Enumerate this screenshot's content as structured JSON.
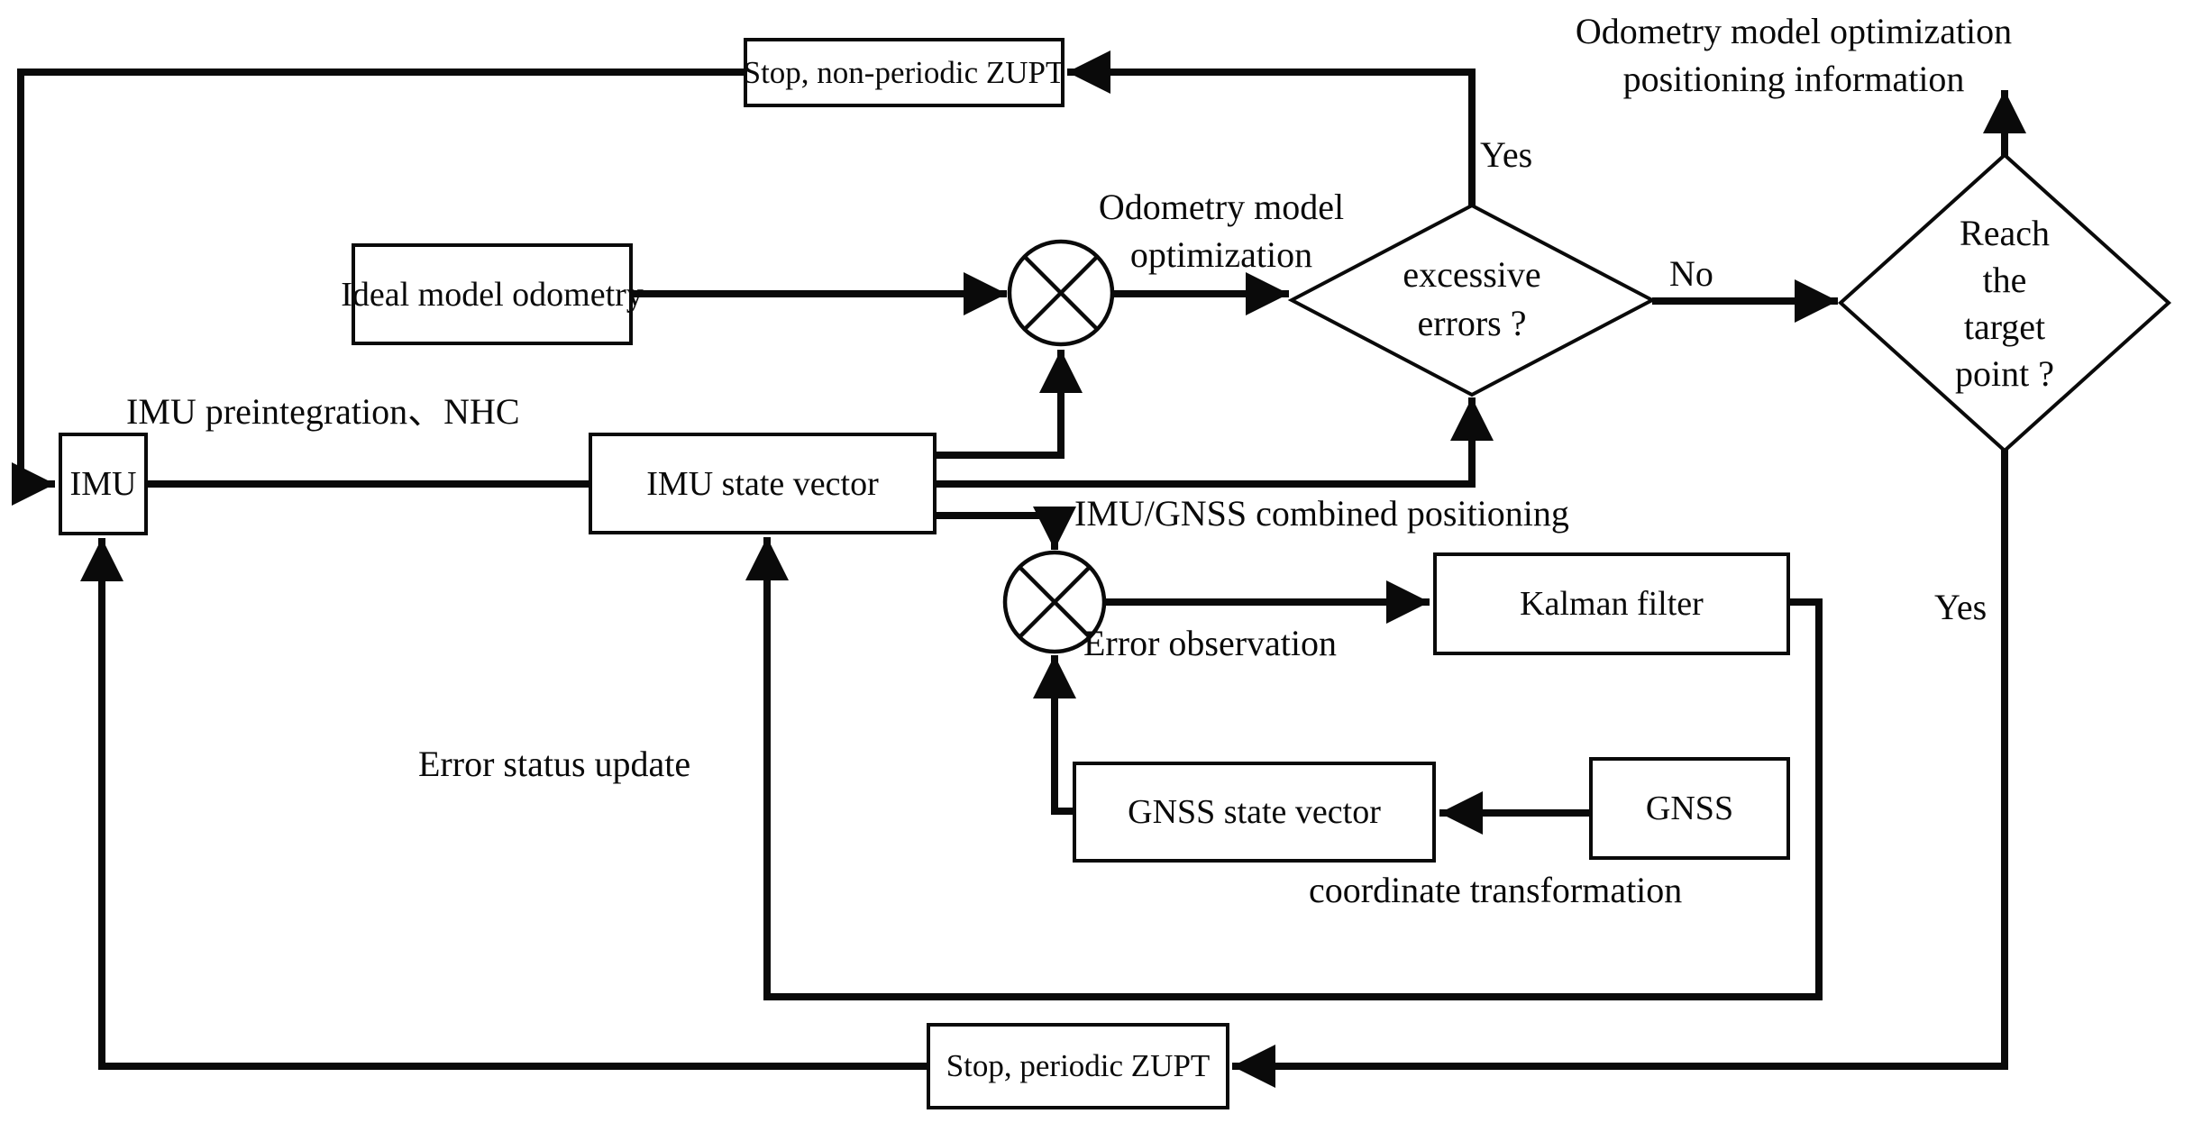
{
  "colors": {
    "ink": "#0a0a0a",
    "bg": "#ffffff"
  },
  "nodes": {
    "stop_nonperiodic": {
      "label": "Stop, non-periodic ZUPT"
    },
    "ideal_model": {
      "label": "Ideal model odometry"
    },
    "imu": {
      "label": "IMU"
    },
    "imu_state": {
      "label": "IMU state vector"
    },
    "kalman": {
      "label": "Kalman filter"
    },
    "gnss_state": {
      "label": "GNSS state vector"
    },
    "gnss": {
      "label": "GNSS"
    },
    "stop_periodic": {
      "label": "Stop, periodic ZUPT"
    }
  },
  "junctions": {
    "multiply_1": {
      "symbol": "circle-cross"
    },
    "multiply_2": {
      "symbol": "circle-cross"
    }
  },
  "decisions": {
    "excessive": {
      "line1": "excessive",
      "line2": "errors ?"
    },
    "reach": {
      "line1": "Reach",
      "line2": "the",
      "line3": "target",
      "line4": "point ?"
    }
  },
  "labels": {
    "output_line1": "Odometry model optimization",
    "output_line2": "positioning information",
    "yes_top": "Yes",
    "no_right": "No",
    "yes_bottom": "Yes",
    "odom_opt_line1": "Odometry model",
    "odom_opt_line2": "optimization",
    "imu_preintegration": "IMU preintegration、NHC",
    "imu_gnss": "IMU/GNSS combined positioning",
    "error_observation": "Error observation",
    "coordinate_transformation": "coordinate transformation",
    "error_status_update": "Error status update"
  }
}
